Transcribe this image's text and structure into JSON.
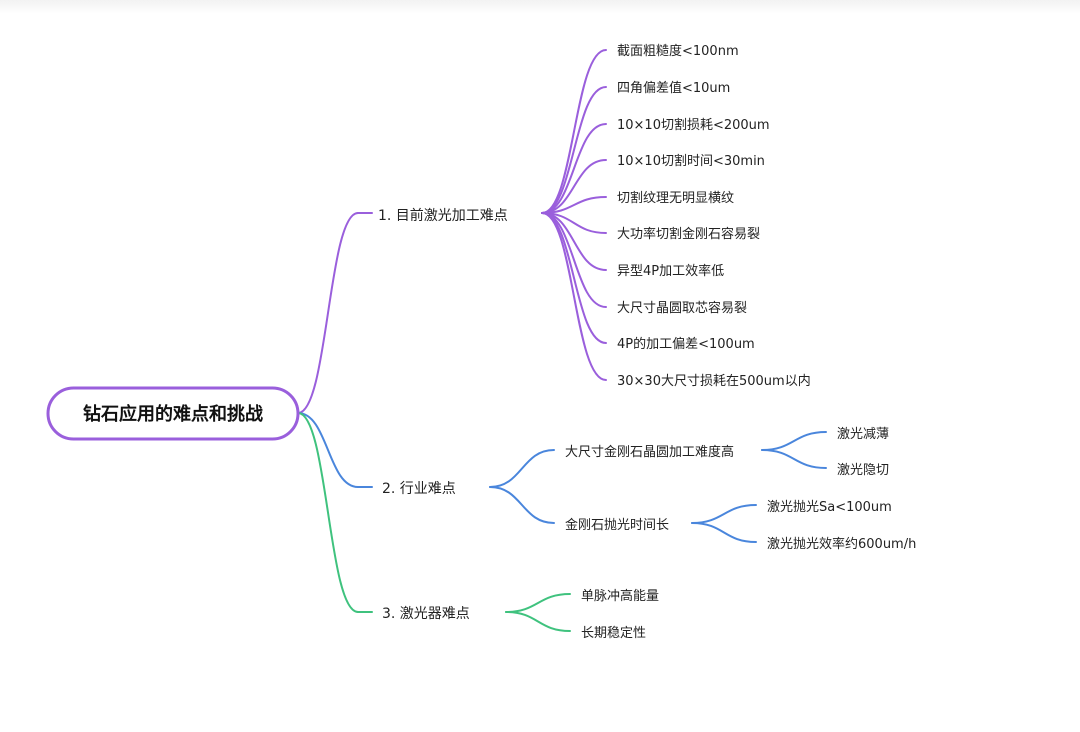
{
  "colors": {
    "branch1": "#9a5fdc",
    "branch2": "#4a86dc",
    "branch3": "#3fc27e"
  },
  "root": {
    "label": "钻石应用的难点和挑战"
  },
  "branches": [
    {
      "label": "1. 目前激光加工难点",
      "color_key": "branch1",
      "children": [
        {
          "label": "截面粗糙度<100nm"
        },
        {
          "label": "四角偏差值<10um"
        },
        {
          "label": "10×10切割损耗<200um"
        },
        {
          "label": "10×10切割时间<30min"
        },
        {
          "label": "切割纹理无明显横纹"
        },
        {
          "label": "大功率切割金刚石容易裂"
        },
        {
          "label": "异型4P加工效率低"
        },
        {
          "label": "大尺寸晶圆取芯容易裂"
        },
        {
          "label": "4P的加工偏差<100um"
        },
        {
          "label": "30×30大尺寸损耗在500um以内"
        }
      ]
    },
    {
      "label": "2.  行业难点",
      "color_key": "branch2",
      "children": [
        {
          "label": "大尺寸金刚石晶圆加工难度高",
          "children": [
            {
              "label": "激光减薄"
            },
            {
              "label": "激光隐切"
            }
          ]
        },
        {
          "label": "金刚石抛光时间长",
          "children": [
            {
              "label": "激光抛光Sa<100um"
            },
            {
              "label": "激光抛光效率约600um/h"
            }
          ]
        }
      ]
    },
    {
      "label": "3.  激光器难点",
      "color_key": "branch3",
      "children": [
        {
          "label": "单脉冲高能量"
        },
        {
          "label": "长期稳定性"
        }
      ]
    }
  ]
}
